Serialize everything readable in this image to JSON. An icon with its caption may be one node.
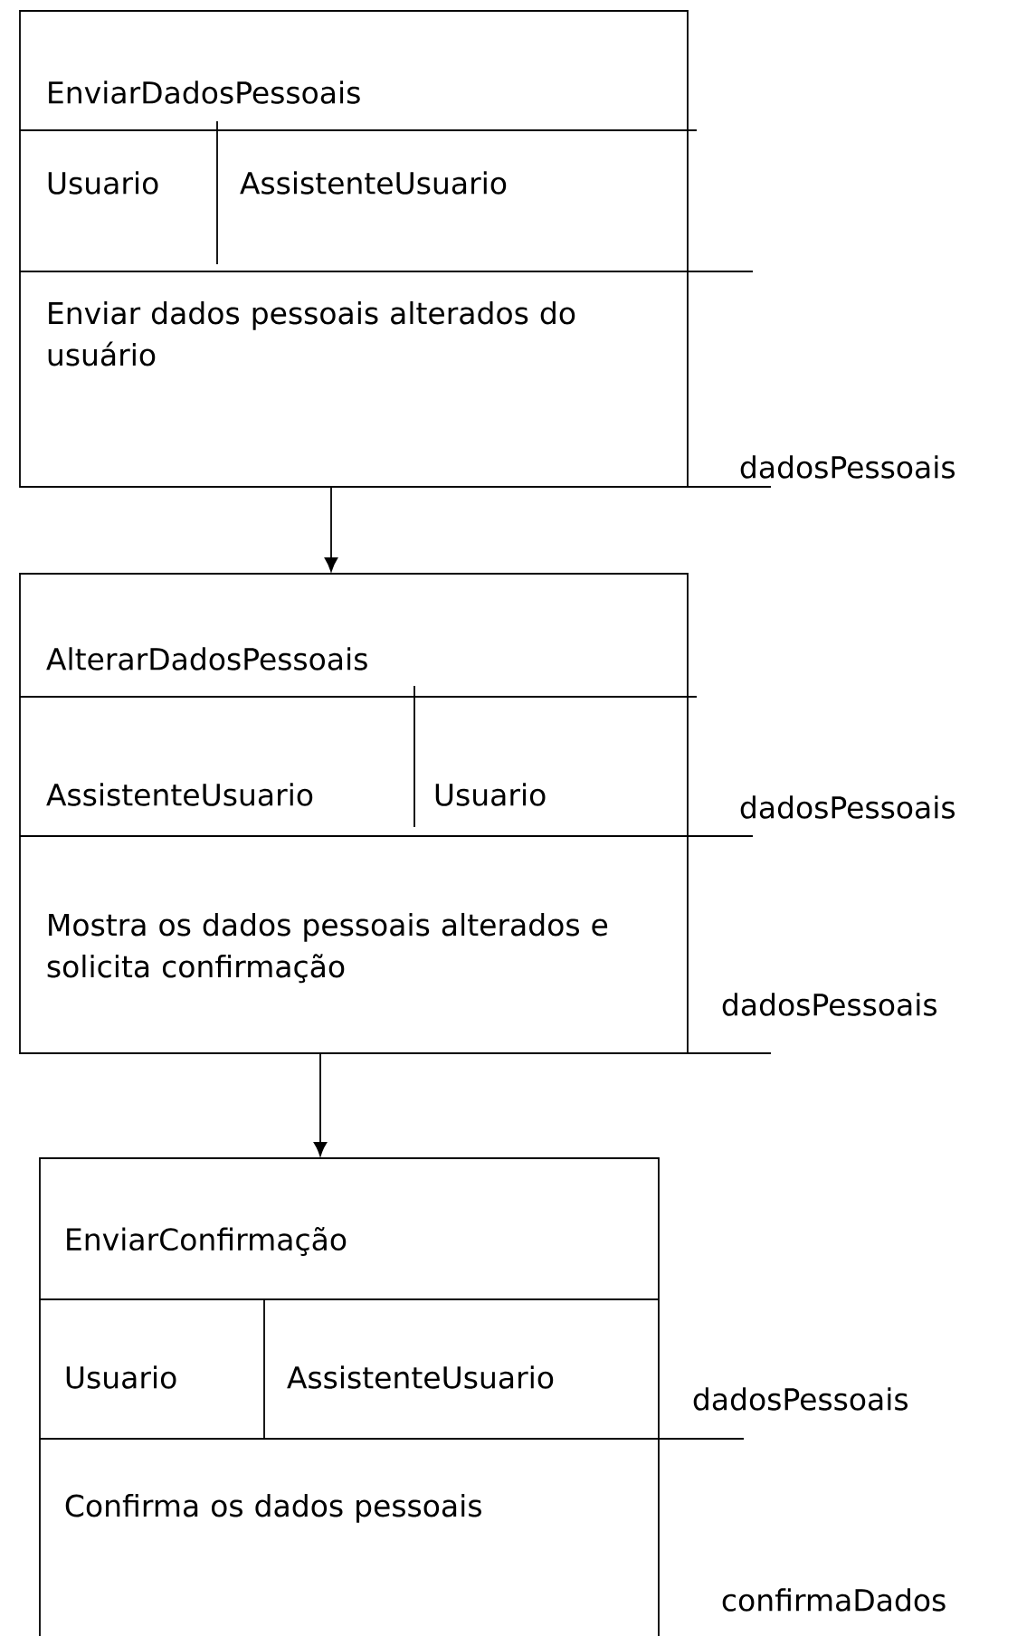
{
  "diagram": {
    "nodes": [
      {
        "text": [
          "EnviarDadosPessoais",
          "Usuario",
          "AssistenteUsuario",
          "Enviar dados pessoais alterados do usuário"
        ],
        "beside": [
          "dadosPessoais"
        ]
      },
      {
        "text": [
          "AlterarDadosPessoais",
          "AssistenteUsuario",
          "Usuario",
          "Mostra os dados pessoais alterados e solicita confirmação"
        ],
        "beside": [
          "dadosPessoais",
          "dadosPessoais"
        ]
      },
      {
        "text": [
          "EnviarConfirmação",
          "Usuario",
          "AssistenteUsuario",
          "Confirma os dados pessoais"
        ],
        "beside": [
          "dadosPessoais",
          "confirmaDados"
        ]
      }
    ],
    "edges": [
      {
        "from": 0,
        "to": 1,
        "arrow": "to"
      },
      {
        "from": 1,
        "to": 2,
        "arrow": "to"
      }
    ]
  }
}
